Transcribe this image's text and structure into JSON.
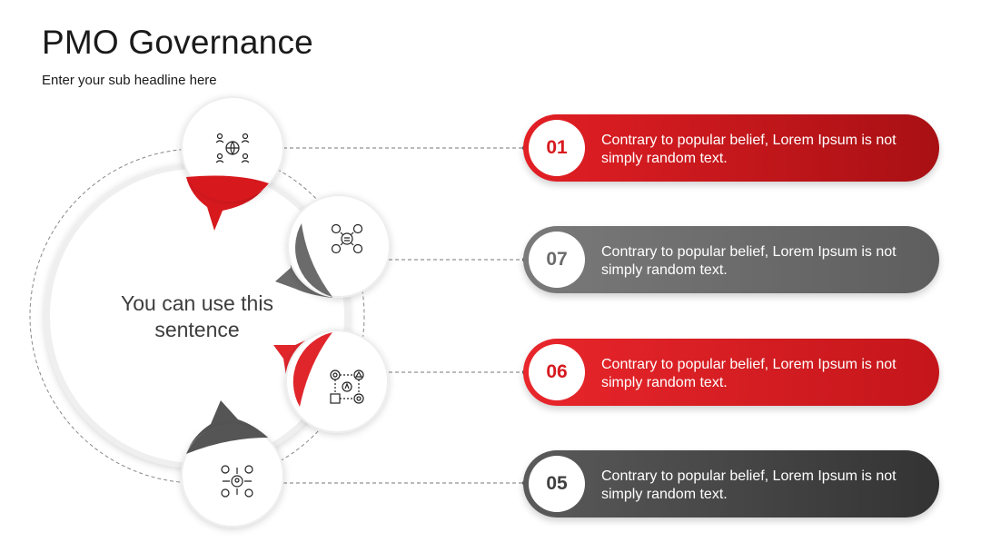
{
  "header": {
    "title": "PMO Governance",
    "subtitle": "Enter your sub headline here"
  },
  "center": {
    "text": "You can use this sentence"
  },
  "colors": {
    "red": "#d7191e",
    "red_dark": "#a81014",
    "gray": "#6b6b6b",
    "gray_dark": "#3f3f3f"
  },
  "nodes": [
    {
      "icon": "people-globe-icon"
    },
    {
      "icon": "team-discussion-icon"
    },
    {
      "icon": "process-network-icon"
    },
    {
      "icon": "central-person-network-icon"
    }
  ],
  "items": [
    {
      "number": "01",
      "text": "Contrary to popular belief, Lorem Ipsum is not simply random text.",
      "color": "red"
    },
    {
      "number": "07",
      "text": "Contrary to popular belief, Lorem Ipsum is not simply random text.",
      "color": "gray"
    },
    {
      "number": "06",
      "text": "Contrary to popular belief, Lorem Ipsum is not simply random text.",
      "color": "red"
    },
    {
      "number": "05",
      "text": "Contrary to popular belief, Lorem Ipsum is not simply random text.",
      "color": "dark"
    }
  ]
}
